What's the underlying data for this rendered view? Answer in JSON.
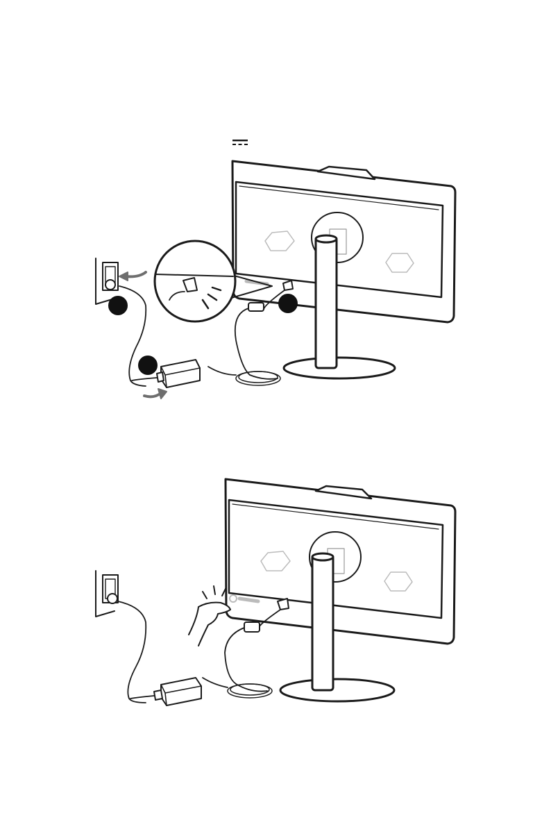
{
  "figures": [
    {
      "id": "connect-power",
      "symbols": [
        "dc-power-symbol"
      ],
      "steps": [
        {
          "marker": "step-1",
          "target": "monitor-dc-in-port"
        },
        {
          "marker": "step-2",
          "target": "power-adapter-plug"
        },
        {
          "marker": "step-3",
          "target": "wall-outlet"
        }
      ],
      "icons": [
        "monitor-rear",
        "wall-outlet",
        "power-adapter",
        "dc-cable",
        "zoom-callout-port",
        "insert-arrow"
      ]
    },
    {
      "id": "press-power-button",
      "icons": [
        "monitor-rear",
        "wall-outlet",
        "power-adapter",
        "hand-pressing-power-button"
      ]
    }
  ],
  "colors": {
    "line": "#1a1a1a",
    "fill": "#ffffff",
    "arrow": "#6e6e6e",
    "marker": "#111111"
  }
}
